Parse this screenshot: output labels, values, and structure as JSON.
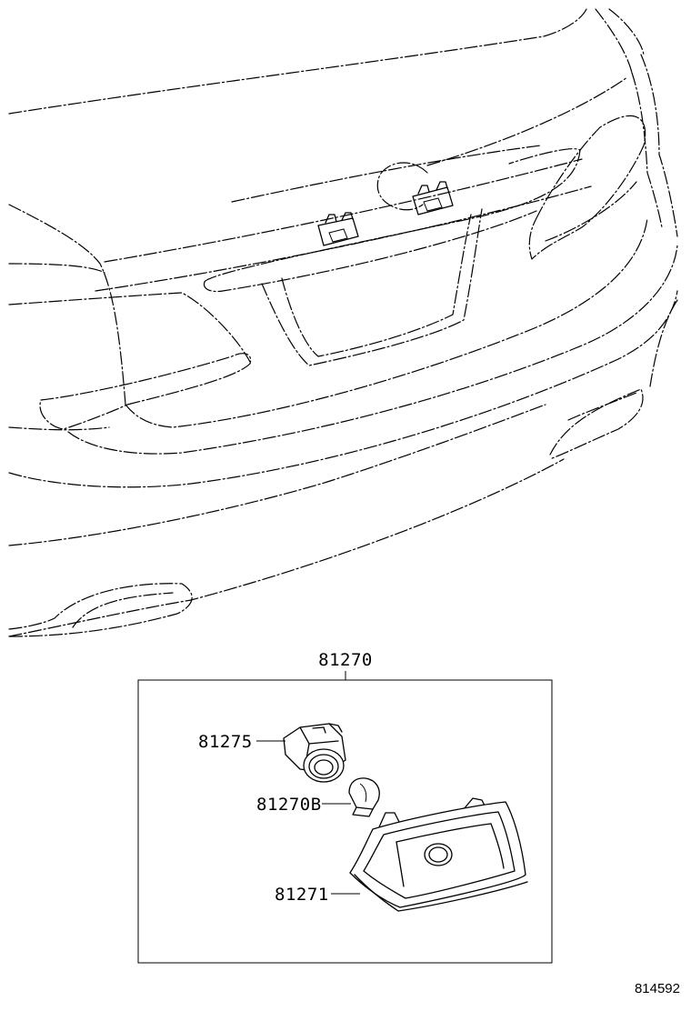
{
  "parts": {
    "assembly": "81270",
    "socket": "81275",
    "bulb": "81270B",
    "lens": "81271"
  },
  "reference_number": "814592"
}
